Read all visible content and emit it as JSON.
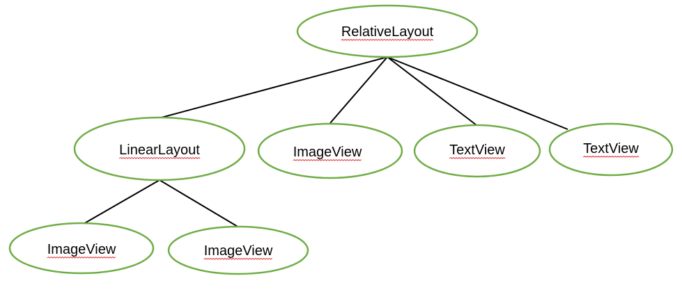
{
  "diagram": {
    "nodes": [
      {
        "id": "relative",
        "label": "RelativeLayout"
      },
      {
        "id": "linear",
        "label": "LinearLayout"
      },
      {
        "id": "image1",
        "label": "ImageView"
      },
      {
        "id": "text1",
        "label": "TextView"
      },
      {
        "id": "text2",
        "label": "TextView"
      },
      {
        "id": "image2",
        "label": "ImageView"
      },
      {
        "id": "image3",
        "label": "ImageView"
      }
    ],
    "edges": [
      {
        "from": "RelativeLayout",
        "to": "LinearLayout"
      },
      {
        "from": "RelativeLayout",
        "to": "ImageView"
      },
      {
        "from": "RelativeLayout",
        "to": "TextView"
      },
      {
        "from": "RelativeLayout",
        "to": "TextView"
      },
      {
        "from": "LinearLayout",
        "to": "ImageView"
      },
      {
        "from": "LinearLayout",
        "to": "ImageView"
      }
    ],
    "colors": {
      "node_outline": "#70ad47",
      "edge": "#000000",
      "spellcheck_underline": "#e02020"
    }
  }
}
